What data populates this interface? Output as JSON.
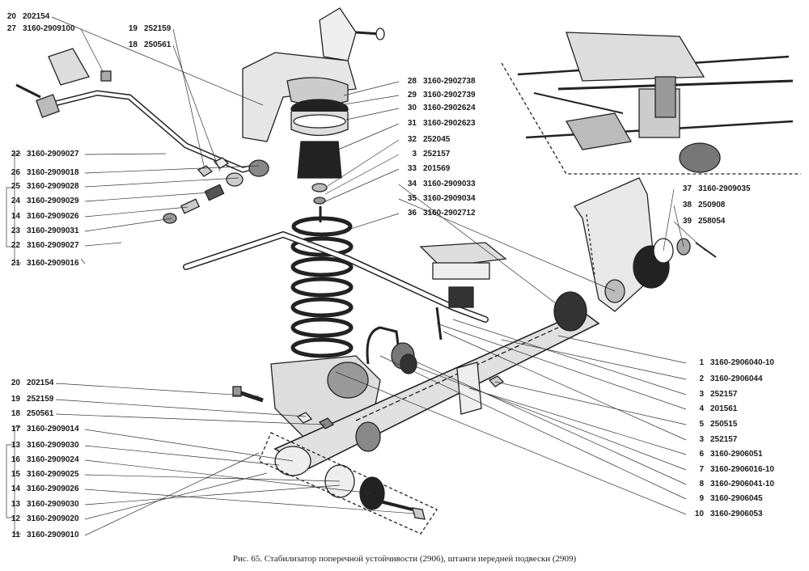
{
  "caption": "Рис. 65. Стабилизатор поперечной устойчивости (2906), штанги передней подвески (2909)",
  "callouts_left_top": [
    {
      "n": "20",
      "code": "202154"
    },
    {
      "n": "27",
      "code": "3160-2909100"
    },
    {
      "n": "19",
      "code": "252159"
    },
    {
      "n": "18",
      "code": "250561"
    },
    {
      "n": "22",
      "code": "3160-2909027"
    },
    {
      "n": "26",
      "code": "3160-2909018"
    },
    {
      "n": "25",
      "code": "3160-2909028"
    },
    {
      "n": "24",
      "code": "3160-2909029"
    },
    {
      "n": "14",
      "code": "3160-2909026"
    },
    {
      "n": "23",
      "code": "3160-2909031"
    },
    {
      "n": "22",
      "code": "3160-2909027"
    },
    {
      "n": "21",
      "code": "3160-2909016"
    }
  ],
  "callouts_center": [
    {
      "n": "28",
      "code": "3160-2902738"
    },
    {
      "n": "29",
      "code": "3160-2902739"
    },
    {
      "n": "30",
      "code": "3160-2902624"
    },
    {
      "n": "31",
      "code": "3160-2902623"
    },
    {
      "n": "32",
      "code": "252045"
    },
    {
      "n": "3",
      "code": "252157"
    },
    {
      "n": "33",
      "code": "201569"
    },
    {
      "n": "34",
      "code": "3160-2909033"
    },
    {
      "n": "35",
      "code": "3160-2909034"
    },
    {
      "n": "36",
      "code": "3160-2902712"
    }
  ],
  "callouts_right_top": [
    {
      "n": "37",
      "code": "3160-2909035"
    },
    {
      "n": "38",
      "code": "250908"
    },
    {
      "n": "39",
      "code": "258054"
    }
  ],
  "callouts_right": [
    {
      "n": "1",
      "code": "3160-2906040-10"
    },
    {
      "n": "2",
      "code": "3160-2906044"
    },
    {
      "n": "3",
      "code": "252157"
    },
    {
      "n": "4",
      "code": "201561"
    },
    {
      "n": "5",
      "code": "250515"
    },
    {
      "n": "3",
      "code": "252157"
    },
    {
      "n": "6",
      "code": "3160-2906051"
    },
    {
      "n": "7",
      "code": "3160-2906016-10"
    },
    {
      "n": "8",
      "code": "3160-2906041-10"
    },
    {
      "n": "9",
      "code": "3160-2906045"
    },
    {
      "n": "10",
      "code": "3160-2906053"
    }
  ],
  "callouts_left_bottom": [
    {
      "n": "20",
      "code": "202154"
    },
    {
      "n": "19",
      "code": "252159"
    },
    {
      "n": "18",
      "code": "250561"
    },
    {
      "n": "17",
      "code": "3160-2909014"
    },
    {
      "n": "13",
      "code": "3160-2909030"
    },
    {
      "n": "16",
      "code": "3160-2909024"
    },
    {
      "n": "15",
      "code": "3160-2909025"
    },
    {
      "n": "14",
      "code": "3160-2909026"
    },
    {
      "n": "13",
      "code": "3160-2909030"
    },
    {
      "n": "12",
      "code": "3160-2909020"
    },
    {
      "n": "11",
      "code": "3160-2909010"
    }
  ]
}
